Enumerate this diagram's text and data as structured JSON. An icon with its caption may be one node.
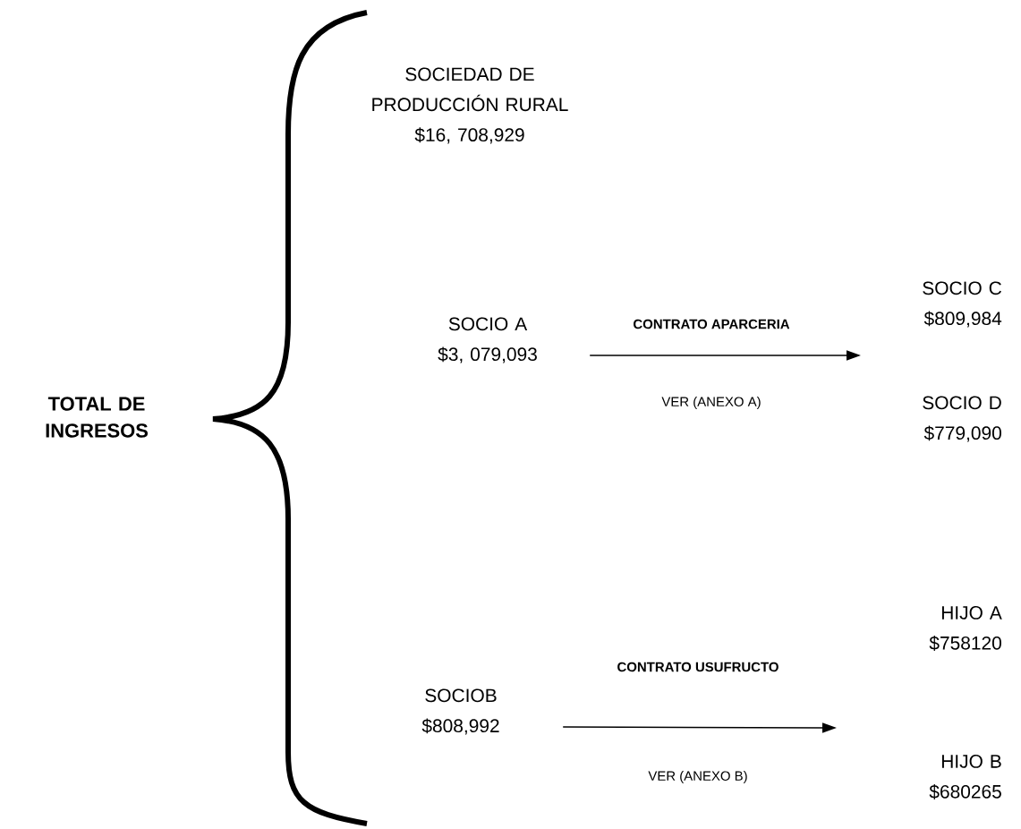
{
  "diagram": {
    "nodes": [
      {
        "text": [
          "TOTAL DE INGRESOS"
        ]
      },
      {
        "text": [
          "SOCIEDAD DE PRODUCCIÓN RURAL",
          "$16, 708,929"
        ]
      },
      {
        "text": [
          "SOCIO A",
          "$3, 079,093"
        ]
      },
      {
        "text": [
          "SOCIO C",
          "$809,984"
        ]
      },
      {
        "text": [
          "SOCIO D",
          "$779,090"
        ]
      },
      {
        "text": [
          "SOCIOB",
          "$808,992"
        ]
      },
      {
        "text": [
          "HIJO A",
          "$758120"
        ]
      },
      {
        "text": [
          "HIJO B",
          "$680265"
        ]
      }
    ],
    "edges": [
      {
        "from": 2,
        "to": null,
        "arrow": "to",
        "label": "CONTRATO APARCERIA"
      },
      {
        "from": 5,
        "to": null,
        "arrow": "to",
        "label": "CONTRATO USUFRUCTO"
      }
    ],
    "labels": [
      "VER (ANEXO A)",
      "VER (ANEXO B)"
    ]
  }
}
